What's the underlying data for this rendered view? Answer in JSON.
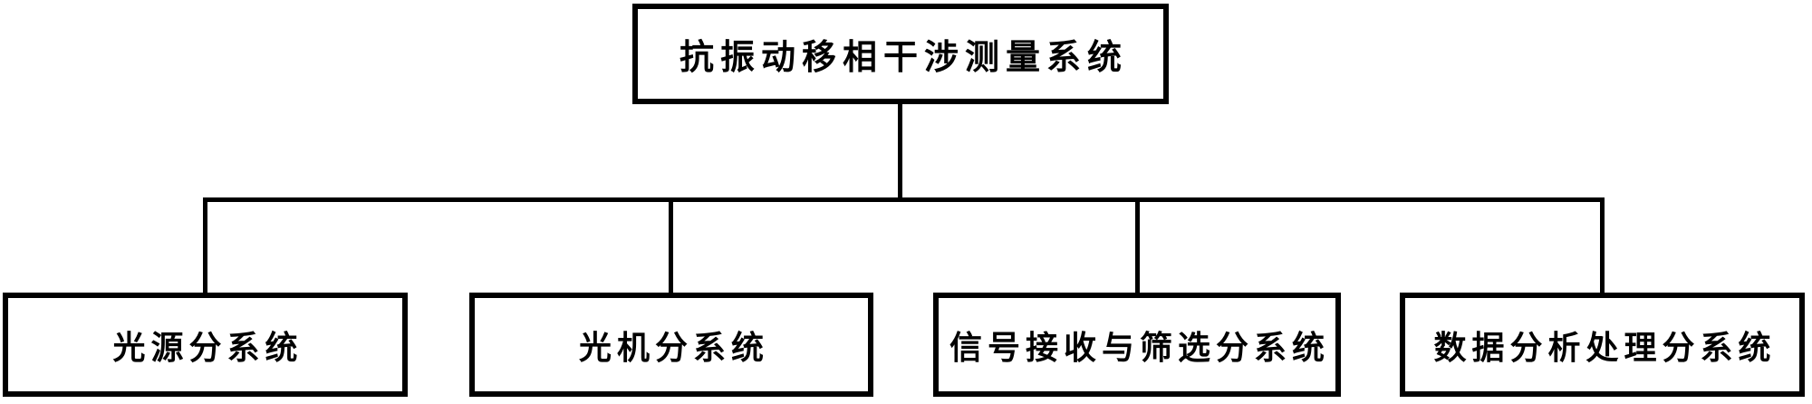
{
  "diagram": {
    "type": "hierarchy-tree",
    "colors": {
      "background": "#ffffff",
      "box_border": "#000000",
      "line": "#000000",
      "text": "#000000"
    },
    "root": {
      "label": "抗振动移相干涉测量系统"
    },
    "children": [
      {
        "label": "光源分系统"
      },
      {
        "label": "光机分系统"
      },
      {
        "label": "信号接收与筛选分系统"
      },
      {
        "label": "数据分析处理分系统"
      }
    ]
  }
}
